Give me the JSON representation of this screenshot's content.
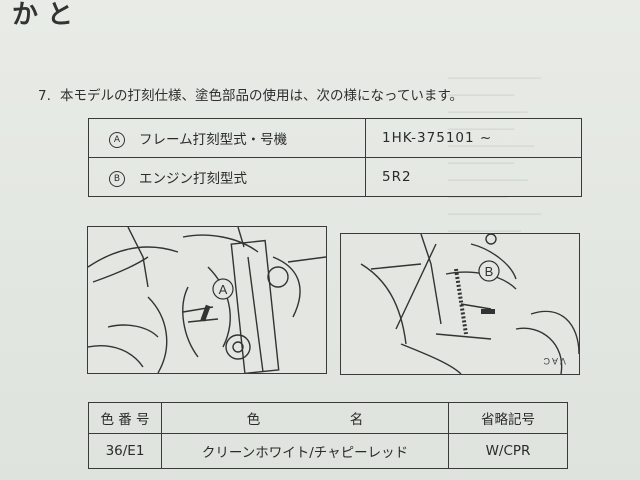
{
  "top_fragment": "か と",
  "heading": {
    "number": "7.",
    "text": "本モデルの打刻仕様、塗色部品の使用は、次の様になっています。"
  },
  "spec_table": {
    "rows": [
      {
        "marker": "A",
        "label": "フレーム打刻型式・号機",
        "value": "1HK-375101 ~"
      },
      {
        "marker": "B",
        "label": "エンジン打刻型式",
        "value": "5R2"
      }
    ]
  },
  "figures": [
    {
      "marker": "A"
    },
    {
      "marker": "B",
      "corner_text": "V A C"
    }
  ],
  "color_table": {
    "headers": {
      "code": "色 番 号",
      "color_left": "色",
      "color_right": "名",
      "abbr": "省略記号"
    },
    "rows": [
      {
        "code": "36/E1",
        "color": "クリーンホワイト/チャピーレッド",
        "abbr": "W/CPR"
      }
    ]
  }
}
